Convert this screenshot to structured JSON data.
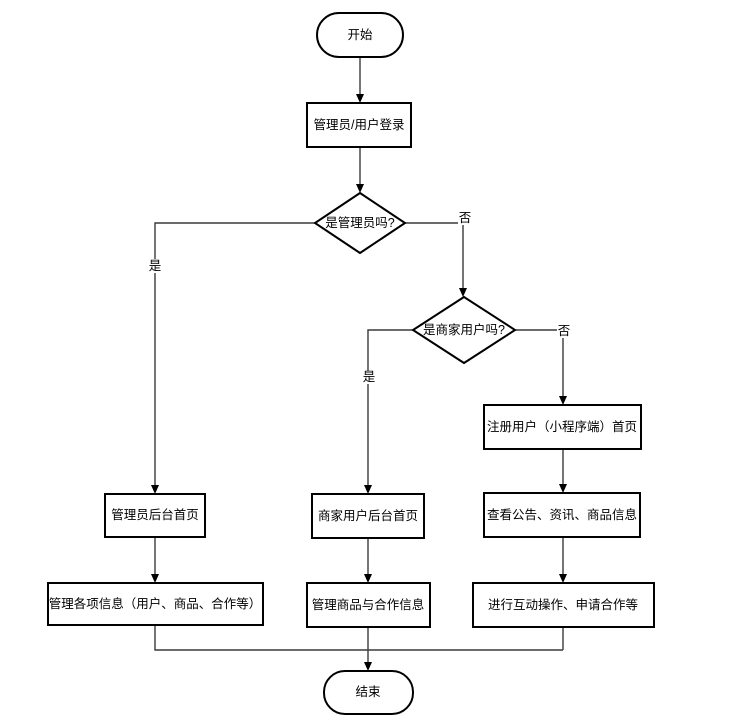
{
  "diagram": {
    "title": "login-role-routing-flowchart",
    "background_color": "#ffffff",
    "shape_border_color": "#000000",
    "connector_color": "#3a3a3a",
    "text_color": "#000000",
    "nodes": {
      "start": {
        "type": "terminator",
        "label": "开始"
      },
      "login": {
        "type": "process",
        "label": "管理员/用户登录"
      },
      "is_admin": {
        "type": "decision",
        "label": "是管理员吗?"
      },
      "is_merchant": {
        "type": "decision",
        "label": "是商家用户吗?"
      },
      "admin_home": {
        "type": "process",
        "label": "管理员后台首页"
      },
      "merchant_home": {
        "type": "process",
        "label": "商家用户后台首页"
      },
      "register_home": {
        "type": "process",
        "label": "注册用户（小程序端）首页"
      },
      "view_info": {
        "type": "process",
        "label": "查看公告、资讯、商品信息"
      },
      "manage_all": {
        "type": "process",
        "label": "管理各项信息（用户、商品、合作等）"
      },
      "manage_goods": {
        "type": "process",
        "label": "管理商品与合作信息"
      },
      "interact": {
        "type": "process",
        "label": "进行互动操作、申请合作等"
      },
      "end": {
        "type": "terminator",
        "label": "结束"
      }
    },
    "edge_labels": {
      "is_admin_yes": "是",
      "is_admin_no": "否",
      "is_merchant_yes": "是",
      "is_merchant_no": "否"
    },
    "edges": [
      {
        "from": "start",
        "to": "login"
      },
      {
        "from": "login",
        "to": "is_admin"
      },
      {
        "from": "is_admin",
        "to": "admin_home",
        "label": "是"
      },
      {
        "from": "is_admin",
        "to": "is_merchant",
        "label": "否"
      },
      {
        "from": "is_merchant",
        "to": "merchant_home",
        "label": "是"
      },
      {
        "from": "is_merchant",
        "to": "register_home",
        "label": "否"
      },
      {
        "from": "register_home",
        "to": "view_info"
      },
      {
        "from": "admin_home",
        "to": "manage_all"
      },
      {
        "from": "merchant_home",
        "to": "manage_goods"
      },
      {
        "from": "view_info",
        "to": "interact"
      },
      {
        "from": "manage_all",
        "to": "end"
      },
      {
        "from": "manage_goods",
        "to": "end"
      },
      {
        "from": "interact",
        "to": "end"
      }
    ]
  }
}
